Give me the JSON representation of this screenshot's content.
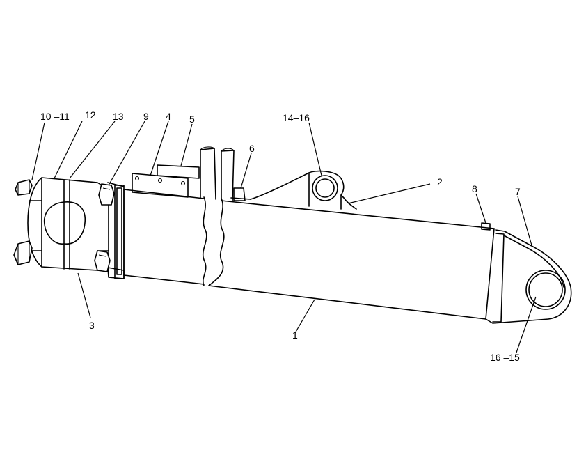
{
  "callouts": {
    "c10_11": "10 –11",
    "c12": "12",
    "c13": "13",
    "c9": "9",
    "c4": "4",
    "c5": "5",
    "c6": "6",
    "c14_16": "14–16",
    "c2": "2",
    "c8": "8",
    "c7": "7",
    "c3": "3",
    "c1": "1",
    "c16_15": "16 –15"
  }
}
